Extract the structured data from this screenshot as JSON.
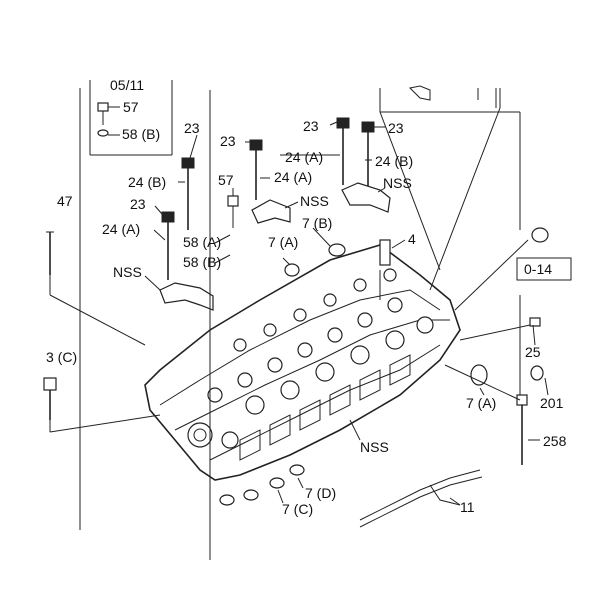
{
  "diagram": {
    "inset_text": "05/11",
    "labels": {
      "l57a": "57",
      "l58b_inset": "58 (B)",
      "l23a": "23",
      "l23b": "23",
      "l23c": "23",
      "l23d": "23",
      "l24a_top": "24 (A)",
      "l24b_top": "24 (B)",
      "l24b_left": "24 (B)",
      "l24a_mid": "24 (A)",
      "l24a_left": "24 (A)",
      "l57b": "57",
      "lnss_top": "NSS",
      "l7b": "7 (B)",
      "l47": "47",
      "l58a": "58 (A)",
      "l58b": "58 (B)",
      "lnss_left": "NSS",
      "l7a_top": "7 (A)",
      "l4": "4",
      "l014": "0-14",
      "l25": "25",
      "l3c": "3 (C)",
      "l7a_right": "7 (A)",
      "l201": "201",
      "l258": "258",
      "lnss_bottom": "NSS",
      "l7d": "7 (D)",
      "l7c": "7 (C)",
      "l11": "11"
    }
  }
}
